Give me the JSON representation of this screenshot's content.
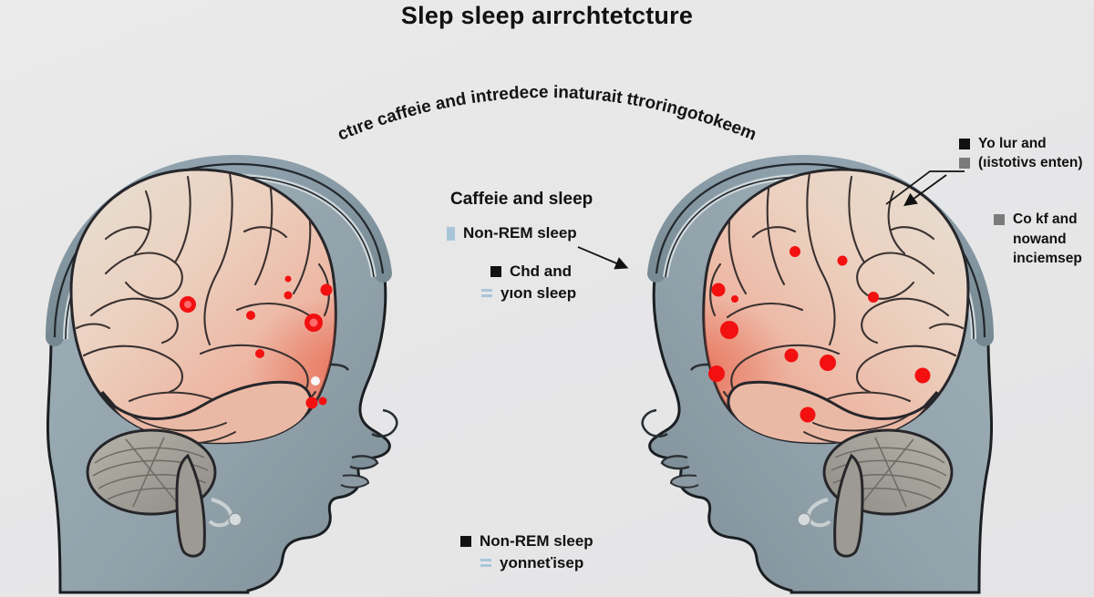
{
  "page": {
    "title": "Slep sleep aırrchtetcture",
    "arc_subtitle": "ctıre caffeie and intredece inaturait ttroringotokeem",
    "background_color": "#e8e8e9"
  },
  "legend_center": {
    "heading": "Caffeie and sleep",
    "items": [
      {
        "label": "Non-REM sleep",
        "swatch": "bar-lightblue",
        "color": "#a9c6d8"
      },
      {
        "label": "Chd and",
        "swatch": "square-black",
        "color": "#111111"
      },
      {
        "label": "yıon sleep",
        "swatch": "equals-lightblue",
        "color": "#a9c6d8"
      }
    ]
  },
  "legend_right": {
    "items": [
      {
        "label": "Yo lur and",
        "swatch": "square-black",
        "color": "#111111"
      },
      {
        "label": "(ıistotivs enten)",
        "swatch": "square-gray",
        "color": "#7b7b7b"
      }
    ],
    "block2": {
      "swatch": "square-gray",
      "color": "#7b7b7b",
      "lines": [
        "Co kf and",
        "nowand",
        "inciemsep"
      ]
    }
  },
  "legend_bottom": {
    "items": [
      {
        "label": "Non-REM sleep",
        "swatch": "square-black",
        "color": "#111111"
      },
      {
        "label": "yonneťisep",
        "swatch": "equals-lightblue",
        "color": "#a9c6d8"
      }
    ]
  },
  "illustration": {
    "left_head": {
      "name": "sagittal head with brain, facing right",
      "skin_color": "#93a3ac",
      "skull_color": "#7e8f9a",
      "cortex_color": "#e9c4b6",
      "cerebellum_color": "#a9a69e",
      "marker_color": "#f01010",
      "markers": 10
    },
    "right_head": {
      "name": "sagittal head with brain, facing left",
      "skin_color": "#93a3ac",
      "skull_color": "#7e8f9a",
      "cortex_color": "#e9c4b6",
      "cerebellum_color": "#a9a69e",
      "marker_color": "#f01010",
      "markers": 11
    }
  }
}
